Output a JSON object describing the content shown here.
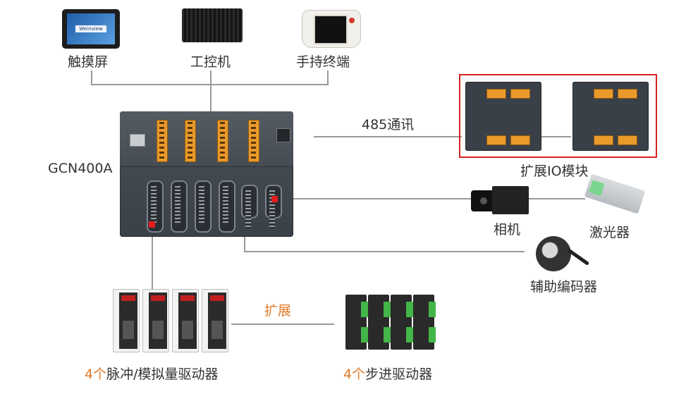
{
  "devices": {
    "touchscreen": "触摸屏",
    "touchscreen_brand": "Weinview",
    "ipc": "工控机",
    "pendant": "手持终端",
    "controller": "GCN400A",
    "comm": "485通讯",
    "io_module": "扩展IO模块",
    "camera": "相机",
    "laser": "激光器",
    "encoder": "辅助编码器",
    "expand": "扩展",
    "servo_count": "4个",
    "servo_label": "脉冲/模拟量驱动器",
    "stepper_count": "4个",
    "stepper_label": "步进驱动器"
  },
  "colors": {
    "accent_orange": "#e07a28",
    "highlight_red": "#d62222",
    "line_gray": "#9a9a9a"
  }
}
